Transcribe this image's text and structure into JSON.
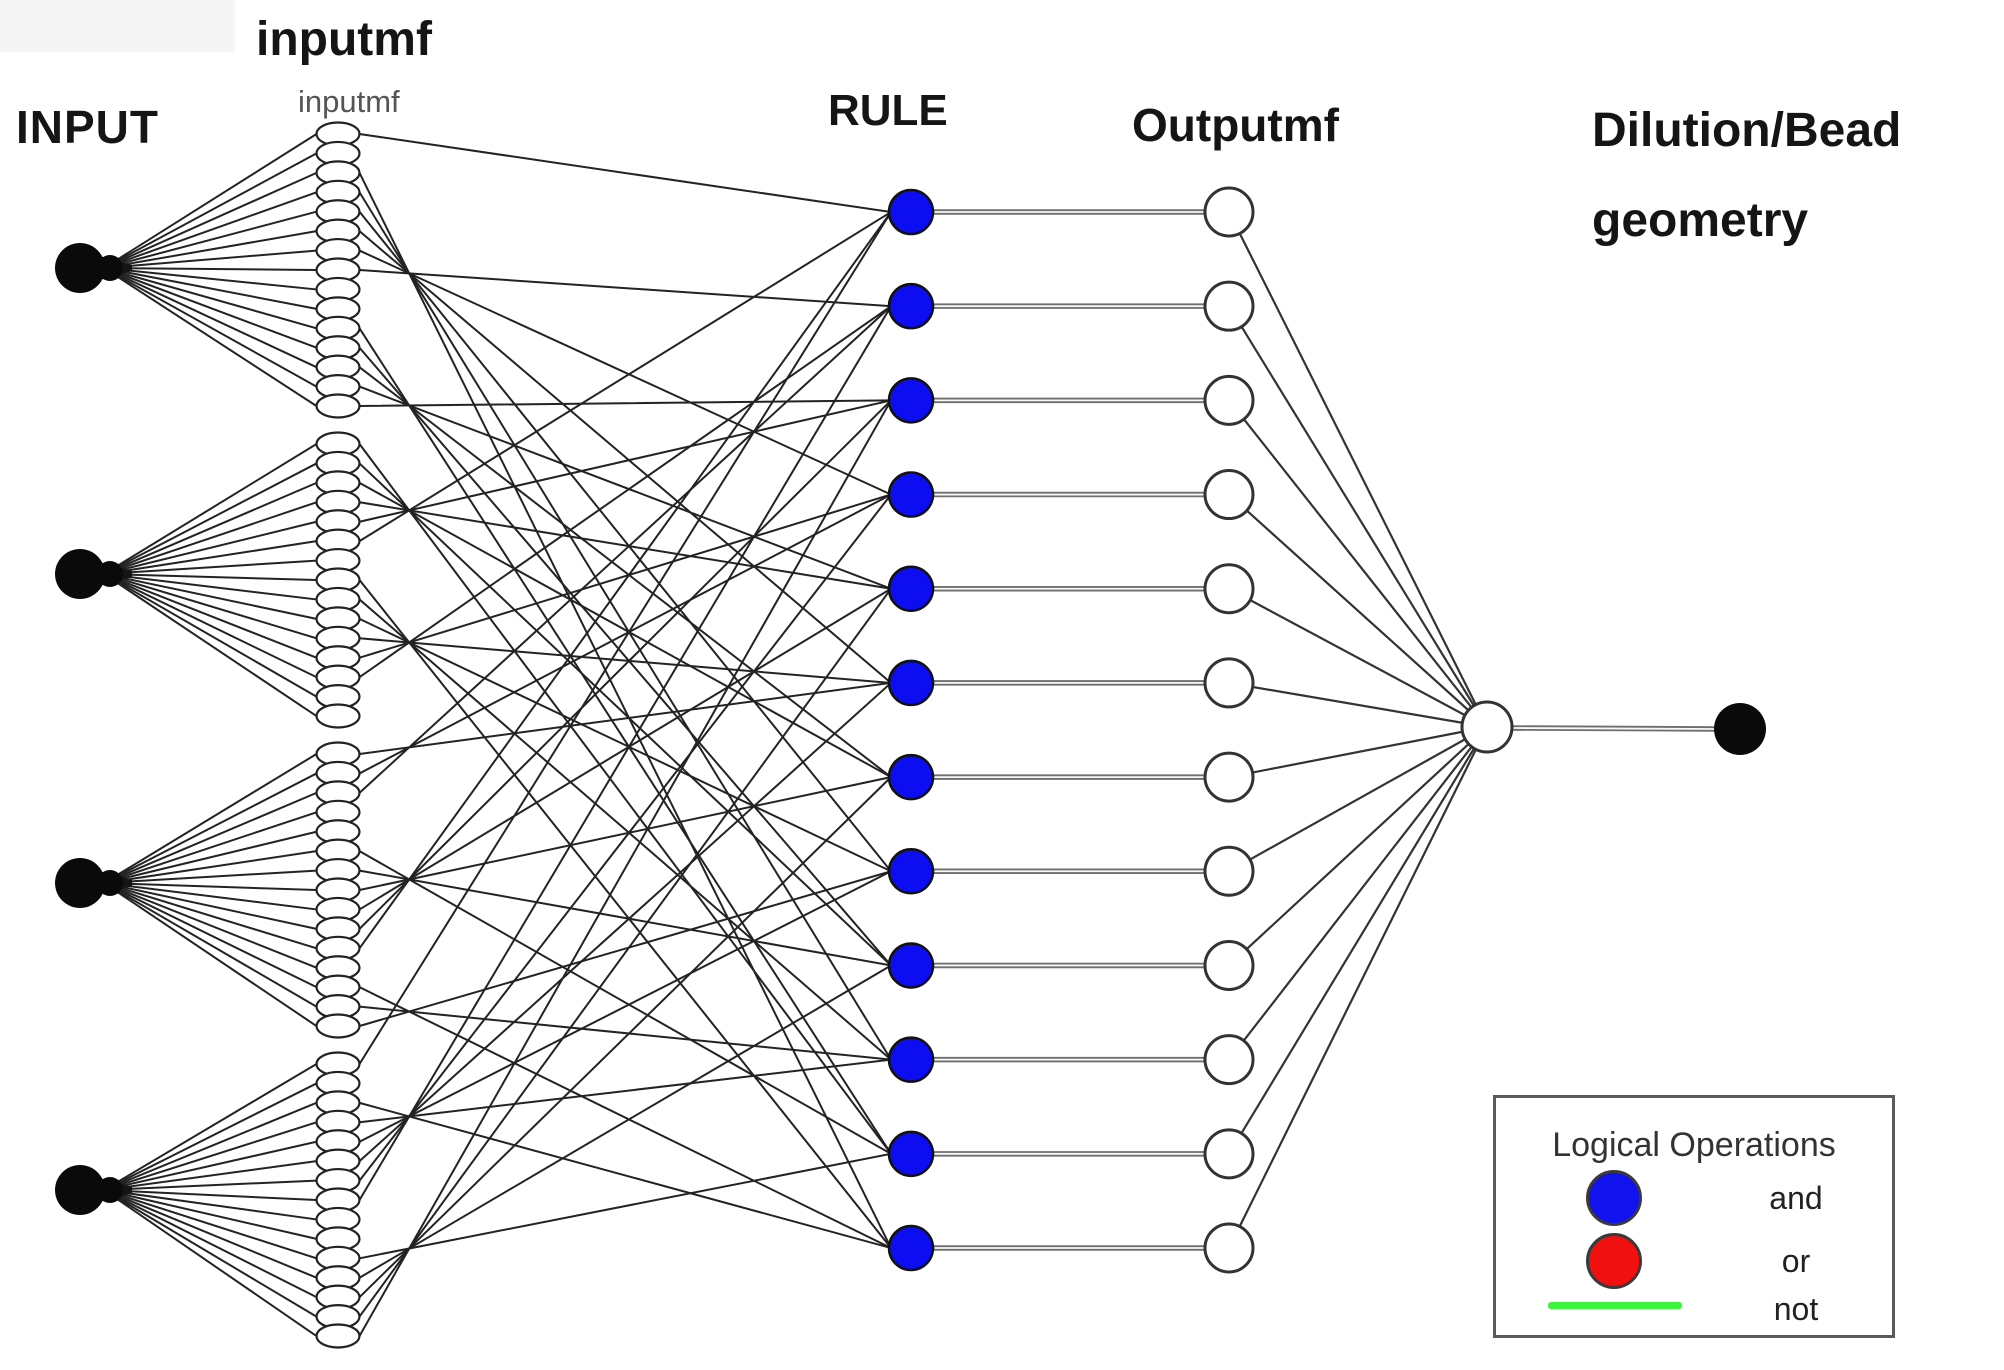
{
  "labels": {
    "input": "INPUT",
    "inputmf": "inputmf",
    "inputmf_sub": "inputmf",
    "rule": "RULE",
    "outputmf": "Outputmf",
    "output_line1": "Dilution/Bead",
    "output_line2": "geometry"
  },
  "legend": {
    "title": "Logical Operations",
    "items": [
      {
        "label": "and",
        "swatch": "circle",
        "color": "#1212ef"
      },
      {
        "label": "or",
        "swatch": "circle",
        "color": "#f01010"
      },
      {
        "label": "not",
        "swatch": "line",
        "color": "#3cf43c"
      }
    ]
  },
  "network": {
    "num_inputs": 4,
    "mfs_per_input": 15,
    "num_rules": 12,
    "num_outputmfs": 12,
    "num_outputs": 1,
    "colors": {
      "input_fill": "#0a0a0a",
      "mf_fill": "#ffffff",
      "mf_stroke": "#222222",
      "rule_fill": "#0d0df2",
      "rule_stroke": "#111111",
      "outputmf_fill": "#ffffff",
      "outputmf_stroke": "#333333",
      "output_fill": "#0a0a0a",
      "edge_thin": "#232323",
      "edge_mid": "#333333",
      "connector_gray": "#6e6e6e",
      "connector_core": "#f8f8f8"
    }
  }
}
